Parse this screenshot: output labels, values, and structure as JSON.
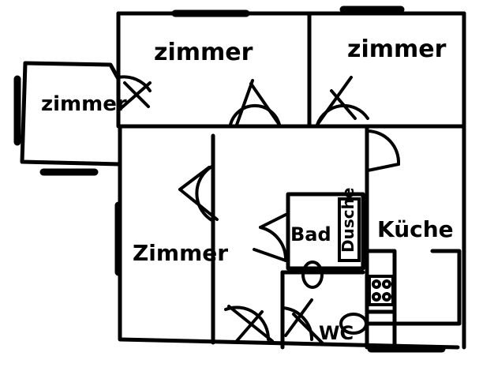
{
  "rooms": [
    {
      "id": "zimmer-top-left",
      "label": "zimmer"
    },
    {
      "id": "zimmer-top-right",
      "label": "zimmer"
    },
    {
      "id": "zimmer-small",
      "label": "zimmer"
    },
    {
      "id": "zimmer-left",
      "label": "Zimmer"
    },
    {
      "id": "bad",
      "label": "Bad"
    },
    {
      "id": "dusche",
      "label": "Dusche"
    },
    {
      "id": "kueche",
      "label": "Küche"
    },
    {
      "id": "wc",
      "label": "WC"
    }
  ],
  "colors": {
    "ink": "#000000",
    "paper": "#ffffff"
  }
}
